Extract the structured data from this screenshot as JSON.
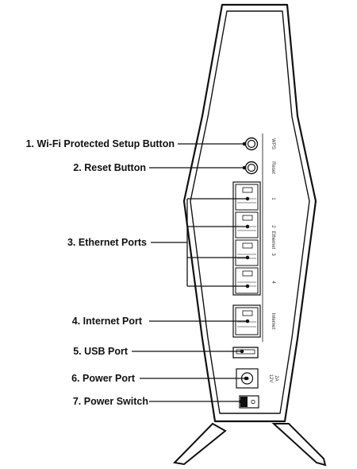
{
  "callouts": [
    {
      "id": "wps",
      "label": "1. Wi-Fi Protected Setup Button"
    },
    {
      "id": "reset",
      "label": "2. Reset Button"
    },
    {
      "id": "ethernet",
      "label": "3. Ethernet Ports"
    },
    {
      "id": "internet",
      "label": "4. Internet Port"
    },
    {
      "id": "usb",
      "label": "5. USB Port"
    },
    {
      "id": "power-port",
      "label": "6. Power Port"
    },
    {
      "id": "power-switch",
      "label": "7. Power Switch"
    }
  ],
  "panel_labels": {
    "wps": "WPS",
    "reset": "Reset",
    "ethernet": "Ethernet",
    "port_numbers": [
      "1",
      "2",
      "3",
      "4"
    ],
    "internet": "Internet",
    "power": "12V",
    "power_sub": "2A"
  },
  "colors": {
    "outline": "#111111",
    "background": "#ffffff"
  }
}
